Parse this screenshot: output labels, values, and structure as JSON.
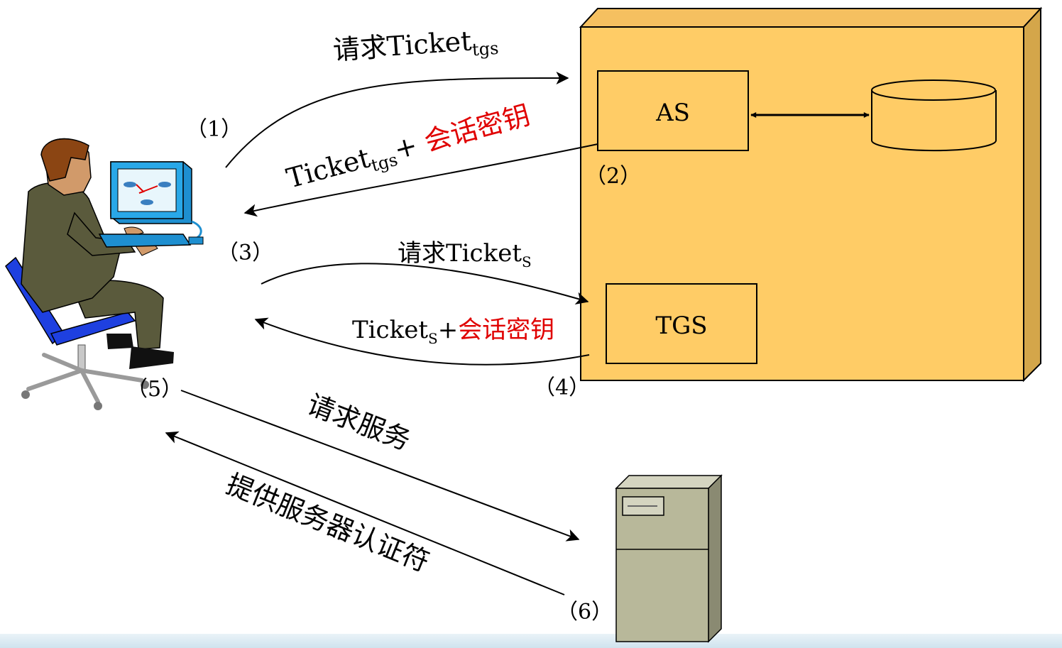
{
  "nodes": {
    "as": "AS",
    "tgs": "TGS"
  },
  "steps": {
    "s1": "（1）",
    "s2": "（2）",
    "s3": "（3）",
    "s4": "（4）",
    "s5": "（5）",
    "s6": "（6）"
  },
  "messages": {
    "m1_main": "请求Ticket",
    "m1_sub": "tgs",
    "m2_main": "Ticket",
    "m2_sub": "tgs",
    "m2_plus": "+ ",
    "m2_key": "会话密钥",
    "m3_main": "请求Ticket",
    "m3_sub": "S",
    "m4_main": "Ticket",
    "m4_sub": "S",
    "m4_plus": "+",
    "m4_key": "会话密钥",
    "m5": "请求服务",
    "m6": "提供服务器认证符"
  },
  "colors": {
    "kdc_fill": "#ffcc66",
    "kdc_side": "#d4a64a",
    "key_text": "#e00000",
    "server_body": "#b8b89a"
  }
}
